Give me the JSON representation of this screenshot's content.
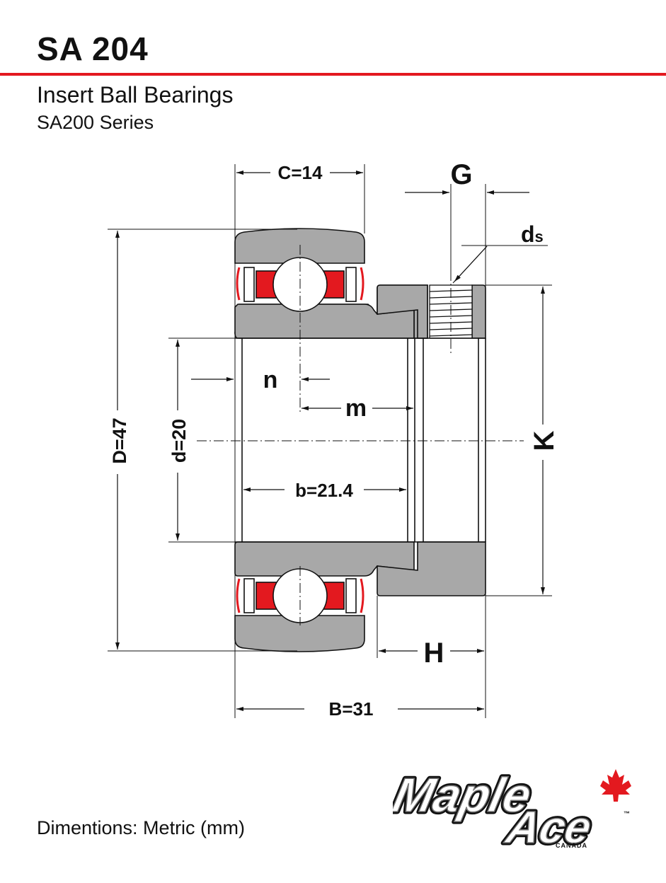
{
  "header": {
    "title": "SA 204",
    "subtitle": "Insert Ball Bearings",
    "series": "SA200 Series"
  },
  "dimensions": {
    "C": "C=14",
    "G": "G",
    "ds_main": "d",
    "ds_sub": "s",
    "D": "D=47",
    "d": "d=20",
    "n": "n",
    "m": "m",
    "K": "K",
    "b": "b=21.4",
    "H": "H",
    "B": "B=31"
  },
  "footer": {
    "units": "Dimentions: Metric (mm)"
  },
  "logo": {
    "line1": "Maple",
    "line2": "Ace",
    "country": "CANADA",
    "trademark": "™"
  },
  "colors": {
    "accent_red": "#e3191f",
    "housing_gray": "#a8a8a8",
    "seal_red": "#e3191f"
  }
}
